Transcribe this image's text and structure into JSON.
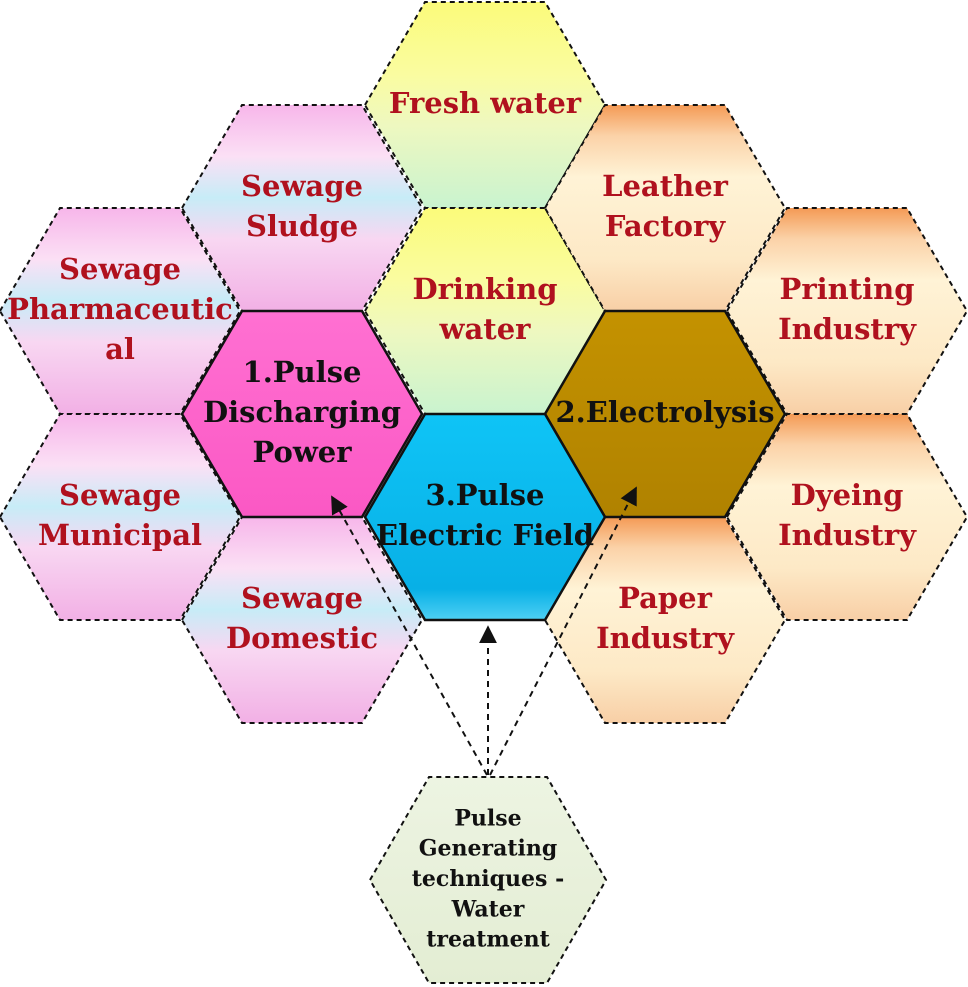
{
  "colors": {
    "label_red": "#b0111e",
    "label_black": "#111111",
    "dash_stroke": "#111111",
    "pulse_discharging": "#ff66cc",
    "electrolysis": "#bb8a00",
    "electric_field": "#0ab8ee",
    "center_node": "#e9f1db"
  },
  "hexes": {
    "fresh_water": {
      "lines": [
        "Fresh water"
      ],
      "theme": "yellow-green"
    },
    "drinking_water": {
      "lines": [
        "Drinking",
        "water"
      ],
      "theme": "yellow-green"
    },
    "sewage_sludge": {
      "lines": [
        "Sewage",
        "Sludge"
      ],
      "theme": "pink-blue"
    },
    "sewage_pharmaceutical": {
      "lines": [
        "Sewage",
        "Pharmaceutic",
        "al"
      ],
      "theme": "pink-blue"
    },
    "sewage_municipal": {
      "lines": [
        "Sewage",
        "Municipal"
      ],
      "theme": "pink-blue"
    },
    "sewage_domestic": {
      "lines": [
        "Sewage",
        "Domestic"
      ],
      "theme": "pink-blue"
    },
    "leather_factory": {
      "lines": [
        "Leather",
        "Factory"
      ],
      "theme": "orange"
    },
    "printing_industry": {
      "lines": [
        "Printing",
        "Industry"
      ],
      "theme": "orange"
    },
    "dyeing_industry": {
      "lines": [
        "Dyeing",
        "Industry"
      ],
      "theme": "orange"
    },
    "paper_industry": {
      "lines": [
        "Paper",
        "Industry"
      ],
      "theme": "orange"
    },
    "pulse_discharging_power": {
      "lines": [
        "1.Pulse",
        "Discharging",
        "Power"
      ],
      "theme": "magenta"
    },
    "electrolysis": {
      "lines": [
        "2.Electrolysis"
      ],
      "theme": "gold"
    },
    "pulse_electric_field": {
      "lines": [
        "3.Pulse",
        "Electric Field"
      ],
      "theme": "cyan"
    },
    "pulse_generating_techniques": {
      "lines": [
        "Pulse",
        "Generating",
        "techniques -",
        "Water",
        "treatment"
      ],
      "theme": "center"
    }
  }
}
